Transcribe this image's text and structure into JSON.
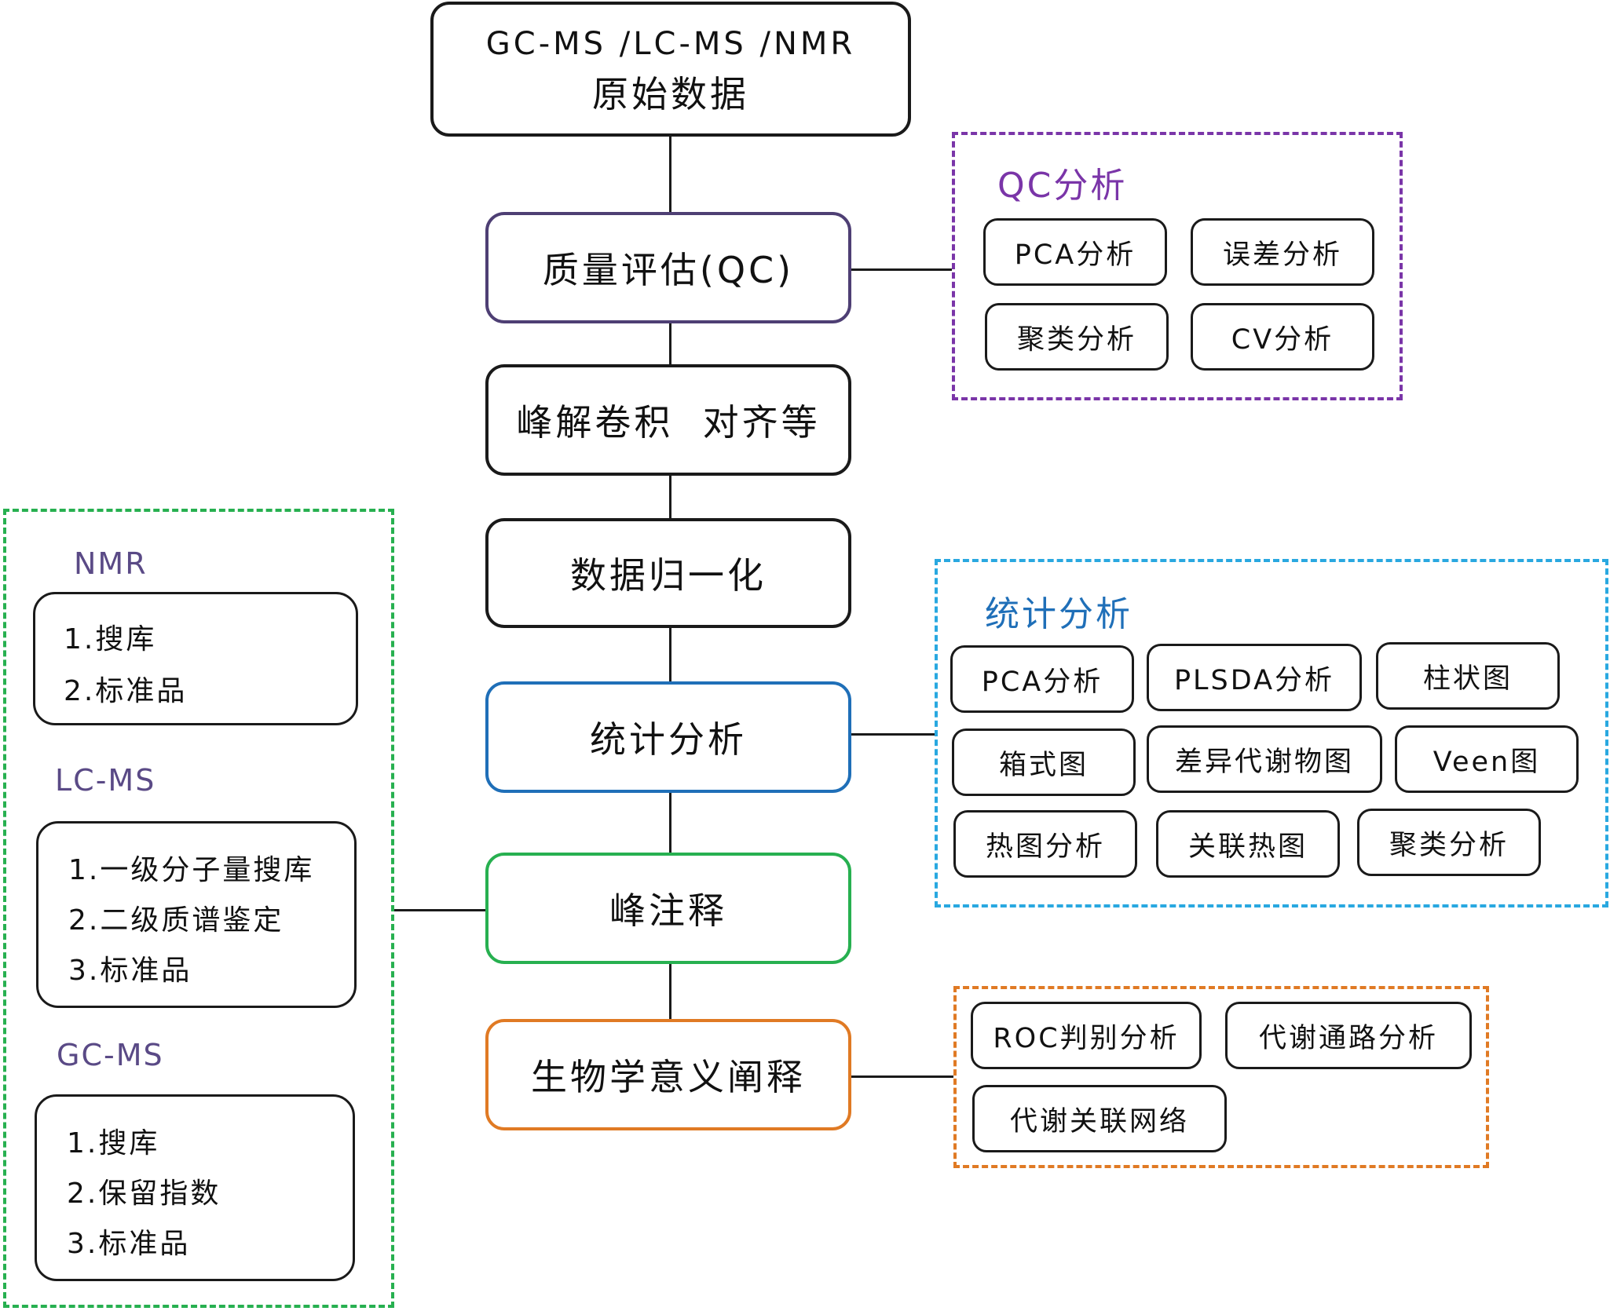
{
  "colors": {
    "qc": "#7a35a8",
    "stats": "#29a8e0",
    "stats_title": "#1f6fb8",
    "annotation": "#27b050",
    "bio": "#e07a24",
    "qc_box_border": "#4e3f74",
    "source_label": "#5a4a86"
  },
  "flow": {
    "raw_line1": "GC-MS /LC-MS /NMR",
    "raw_line2": "原始数据",
    "qc": "质量评估(QC)",
    "deconv": "峰解卷积  对齐等",
    "normalize": "数据归一化",
    "stats": "统计分析",
    "annotate": "峰注释",
    "bio": "生物学意义阐释"
  },
  "qc_panel": {
    "title": "QC分析",
    "items": [
      "PCA分析",
      "误差分析",
      "聚类分析",
      "CV分析"
    ]
  },
  "stats_panel": {
    "title": "统计分析",
    "items": [
      "PCA分析",
      "PLSDA分析",
      "柱状图",
      "箱式图",
      "差异代谢物图",
      "Veen图",
      "热图分析",
      "关联热图",
      "聚类分析"
    ]
  },
  "bio_panel": {
    "items": [
      "ROC判别分析",
      "代谢通路分析",
      "代谢关联网络"
    ]
  },
  "annot_panel": {
    "nmr": {
      "title": "NMR",
      "items": [
        "1.搜库",
        "2.标准品"
      ]
    },
    "lcms": {
      "title": "LC-MS",
      "items": [
        "1.一级分子量搜库",
        "2.二级质谱鉴定",
        "3.标准品"
      ]
    },
    "gcms": {
      "title": "GC-MS",
      "items": [
        "1.搜库",
        "2.保留指数",
        "3.标准品"
      ]
    }
  }
}
